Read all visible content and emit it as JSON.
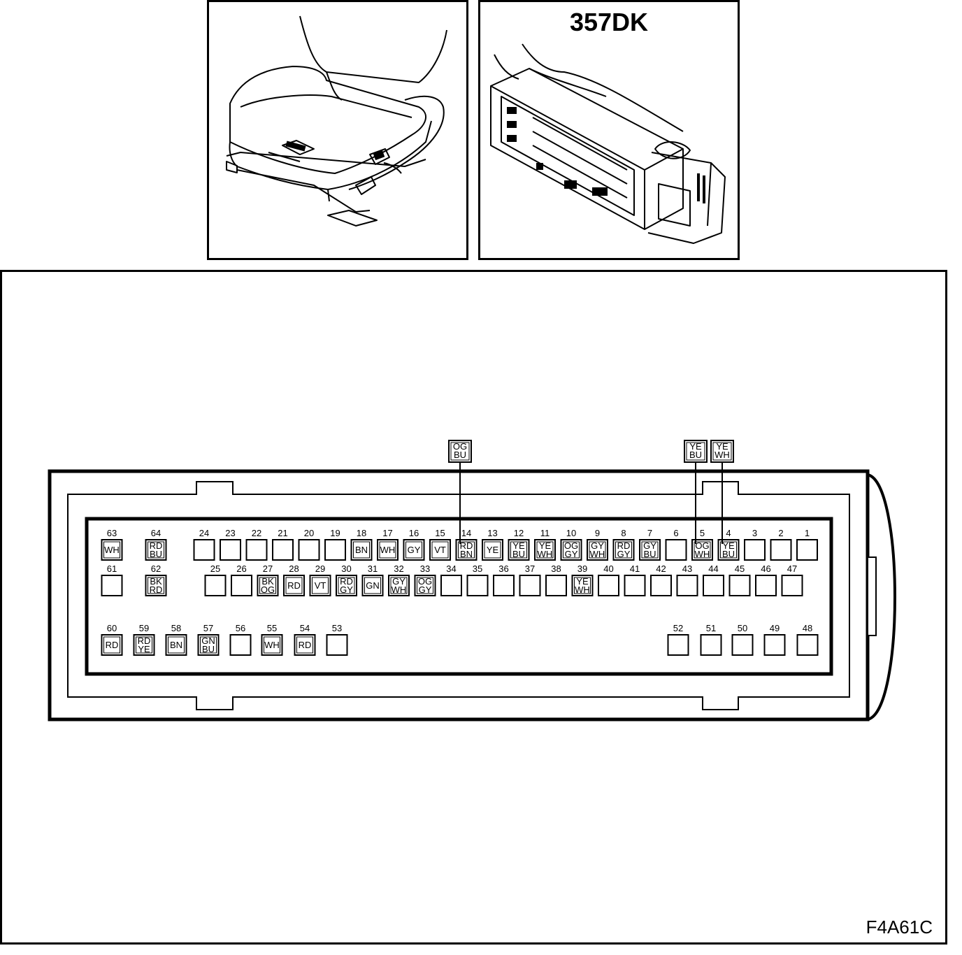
{
  "component_code": "357DK",
  "figure_code": "F4A61C",
  "icons": {
    "seat": "power-seat-illustration",
    "module": "seat-control-module-illustration"
  },
  "connector": {
    "pins": [
      {
        "n": "1",
        "wire": []
      },
      {
        "n": "2",
        "wire": []
      },
      {
        "n": "3",
        "wire": []
      },
      {
        "n": "4",
        "wire": [
          "YE",
          "BU"
        ]
      },
      {
        "n": "5",
        "wire": [
          "OG",
          "WH"
        ]
      },
      {
        "n": "6",
        "wire": []
      },
      {
        "n": "7",
        "wire": [
          "GY",
          "BU"
        ]
      },
      {
        "n": "8",
        "wire": [
          "RD",
          "GY"
        ]
      },
      {
        "n": "9",
        "wire": [
          "GY",
          "WH"
        ]
      },
      {
        "n": "10",
        "wire": [
          "OG",
          "GY"
        ]
      },
      {
        "n": "11",
        "wire": [
          "YE",
          "WH"
        ]
      },
      {
        "n": "12",
        "wire": [
          "YE",
          "BU"
        ]
      },
      {
        "n": "13",
        "wire": [
          "YE"
        ]
      },
      {
        "n": "14",
        "wire": [
          "RD",
          "BN"
        ]
      },
      {
        "n": "15",
        "wire": [
          "VT"
        ]
      },
      {
        "n": "16",
        "wire": [
          "GY"
        ]
      },
      {
        "n": "17",
        "wire": [
          "WH"
        ]
      },
      {
        "n": "18",
        "wire": [
          "BN"
        ]
      },
      {
        "n": "19",
        "wire": []
      },
      {
        "n": "20",
        "wire": []
      },
      {
        "n": "21",
        "wire": []
      },
      {
        "n": "22",
        "wire": []
      },
      {
        "n": "23",
        "wire": []
      },
      {
        "n": "24",
        "wire": []
      },
      {
        "n": "25",
        "wire": []
      },
      {
        "n": "26",
        "wire": []
      },
      {
        "n": "27",
        "wire": [
          "BK",
          "OG"
        ]
      },
      {
        "n": "28",
        "wire": [
          "RD"
        ]
      },
      {
        "n": "29",
        "wire": [
          "VT"
        ]
      },
      {
        "n": "30",
        "wire": [
          "RD",
          "GY"
        ]
      },
      {
        "n": "31",
        "wire": [
          "GN"
        ]
      },
      {
        "n": "32",
        "wire": [
          "GY",
          "WH"
        ]
      },
      {
        "n": "33",
        "wire": [
          "OG",
          "GY"
        ]
      },
      {
        "n": "34",
        "wire": []
      },
      {
        "n": "35",
        "wire": []
      },
      {
        "n": "36",
        "wire": []
      },
      {
        "n": "37",
        "wire": []
      },
      {
        "n": "38",
        "wire": []
      },
      {
        "n": "39",
        "wire": [
          "YE",
          "WH"
        ]
      },
      {
        "n": "40",
        "wire": []
      },
      {
        "n": "41",
        "wire": []
      },
      {
        "n": "42",
        "wire": []
      },
      {
        "n": "43",
        "wire": []
      },
      {
        "n": "44",
        "wire": []
      },
      {
        "n": "45",
        "wire": []
      },
      {
        "n": "46",
        "wire": []
      },
      {
        "n": "47",
        "wire": []
      },
      {
        "n": "48",
        "wire": []
      },
      {
        "n": "49",
        "wire": []
      },
      {
        "n": "50",
        "wire": []
      },
      {
        "n": "51",
        "wire": []
      },
      {
        "n": "52",
        "wire": []
      },
      {
        "n": "53",
        "wire": []
      },
      {
        "n": "54",
        "wire": [
          "RD"
        ]
      },
      {
        "n": "55",
        "wire": [
          "WH"
        ]
      },
      {
        "n": "56",
        "wire": []
      },
      {
        "n": "57",
        "wire": [
          "GN",
          "BU"
        ]
      },
      {
        "n": "58",
        "wire": [
          "BN"
        ]
      },
      {
        "n": "59",
        "wire": [
          "RD",
          "YE"
        ]
      },
      {
        "n": "60",
        "wire": [
          "RD"
        ]
      },
      {
        "n": "61",
        "wire": []
      },
      {
        "n": "62",
        "wire": [
          "BK",
          "RD"
        ]
      },
      {
        "n": "63",
        "wire": [
          "WH"
        ]
      },
      {
        "n": "64",
        "wire": [
          "RD",
          "BU"
        ]
      }
    ],
    "callouts": [
      {
        "pin": "14",
        "wire": [
          "OG",
          "BU"
        ]
      },
      {
        "pin": "5",
        "wire": [
          "YE",
          "BU"
        ]
      },
      {
        "pin": "4",
        "wire": [
          "YE",
          "WH"
        ]
      }
    ]
  }
}
